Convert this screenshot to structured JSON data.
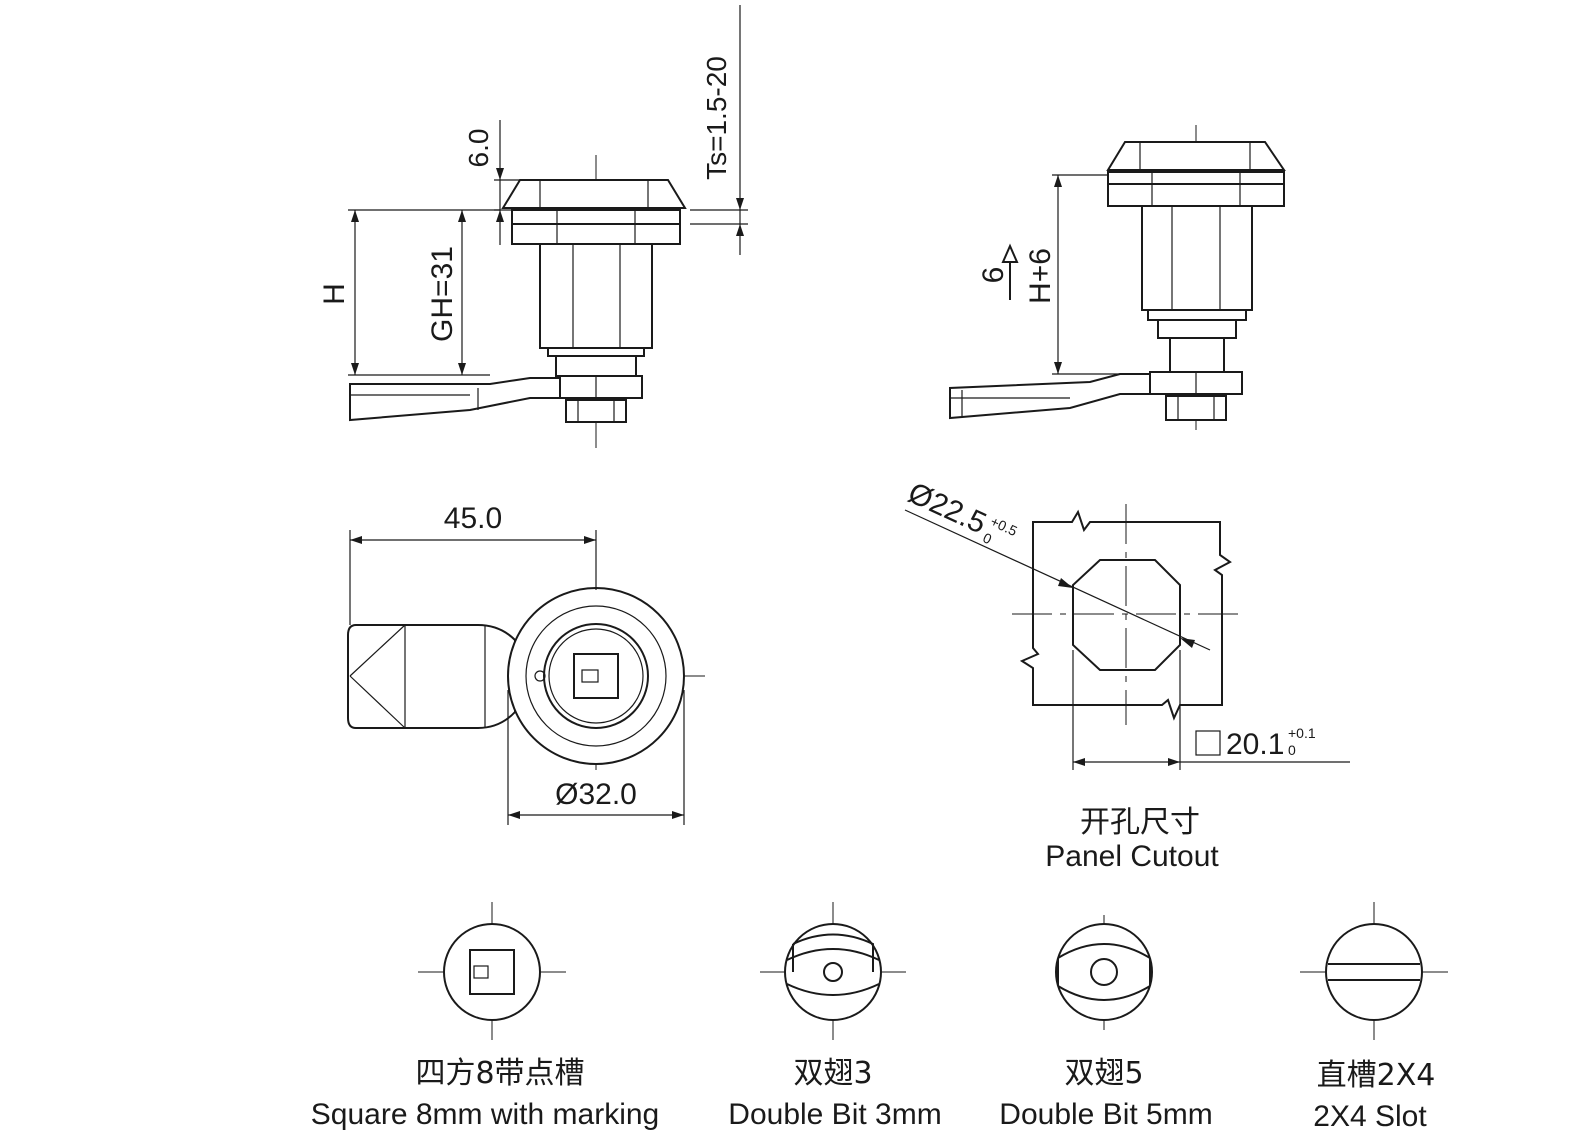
{
  "side_view_left": {
    "dim_top": "6.0",
    "dim_panel": "Ts=1.5-20",
    "dim_h": "H",
    "dim_gh": "GH=31"
  },
  "side_view_right": {
    "dim_lift": "6",
    "dim_h6": "H+6"
  },
  "front_view": {
    "dim_length": "45.0",
    "dim_diameter": "Ø32.0"
  },
  "cutout": {
    "dim_diameter": "Ø22.5",
    "dim_diameter_tol_upper": "+0.5",
    "dim_diameter_tol_lower": "0",
    "dim_square": "20.1",
    "dim_square_tol_upper": "+0.1",
    "dim_square_tol_lower": "0",
    "label_cn": "开孔尺寸",
    "label_en": "Panel Cutout"
  },
  "key_options": [
    {
      "label_cn": "四方8带点槽",
      "label_en": "Square 8mm with marking",
      "icon": "square-8mm-marking-icon"
    },
    {
      "label_cn": "双翅3",
      "label_en": "Double Bit 3mm",
      "icon": "double-bit-3mm-icon"
    },
    {
      "label_cn": "双翅5",
      "label_en": "Double Bit 5mm",
      "icon": "double-bit-5mm-icon"
    },
    {
      "label_cn": "直槽2X4",
      "label_en": "2X4 Slot",
      "icon": "slot-2x4-icon"
    }
  ],
  "colors": {
    "line": "#1a1a1a",
    "background": "#ffffff"
  }
}
